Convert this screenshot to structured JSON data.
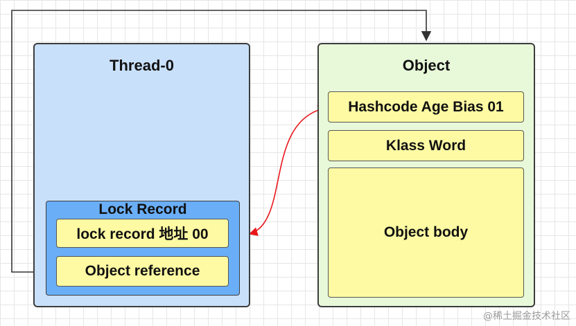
{
  "thread": {
    "title": "Thread-0",
    "lock_record": {
      "title": "Lock Record",
      "lock_record_field": "lock  record 地址 00",
      "object_reference_field": "Object reference"
    }
  },
  "object": {
    "title": "Object",
    "mark_word": "Hashcode Age Bias 01",
    "klass_word": "Klass Word",
    "body": "Object body"
  },
  "colors": {
    "thread_fill": "#c9e0fb",
    "lock_record_fill": "#6aaef7",
    "object_fill": "#e8f9d9",
    "field_fill": "#fdfaa3",
    "swap_arrow": "#e8161b",
    "reference_line": "#333333"
  },
  "watermark": "@稀土掘金技术社区"
}
